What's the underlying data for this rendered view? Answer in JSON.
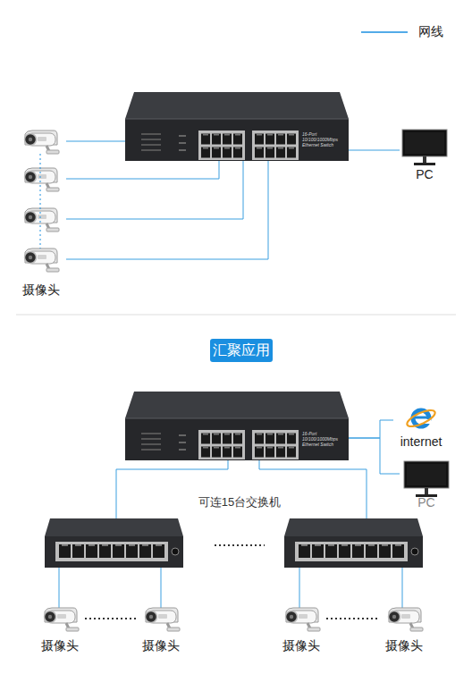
{
  "diagram": {
    "nodes": [
      {
        "text": [
          "16-Port 10/100/1000Mbps Ethernet Switch"
        ]
      },
      {
        "text": [
          "摄像头"
        ]
      },
      {
        "text": [
          "PC"
        ]
      },
      {
        "text": [
          "汇聚应用"
        ]
      },
      {
        "text": [
          "16-Port 10/100/1000Mbps Ethernet Switch"
        ]
      },
      {
        "text": [
          "internet"
        ]
      },
      {
        "text": [
          "PC"
        ]
      },
      {
        "text": [
          "摄像头"
        ]
      },
      {
        "text": [
          "摄像头"
        ]
      },
      {
        "text": [
          "摄像头"
        ]
      },
      {
        "text": [
          "摄像头"
        ]
      }
    ],
    "edges": [
      {
        "from": 1,
        "to": 0,
        "arrow": "none"
      },
      {
        "from": 1,
        "to": 0,
        "arrow": "none"
      },
      {
        "from": 1,
        "to": 0,
        "arrow": "none"
      },
      {
        "from": 1,
        "to": 0,
        "arrow": "none"
      },
      {
        "from": 0,
        "to": 2,
        "arrow": "none"
      },
      {
        "from": 4,
        "to": 5,
        "arrow": "none"
      },
      {
        "from": 4,
        "to": 6,
        "arrow": "none"
      }
    ],
    "labels": [
      "可连15台交换机"
    ],
    "legend": [
      {
        "text": "网线"
      }
    ]
  }
}
